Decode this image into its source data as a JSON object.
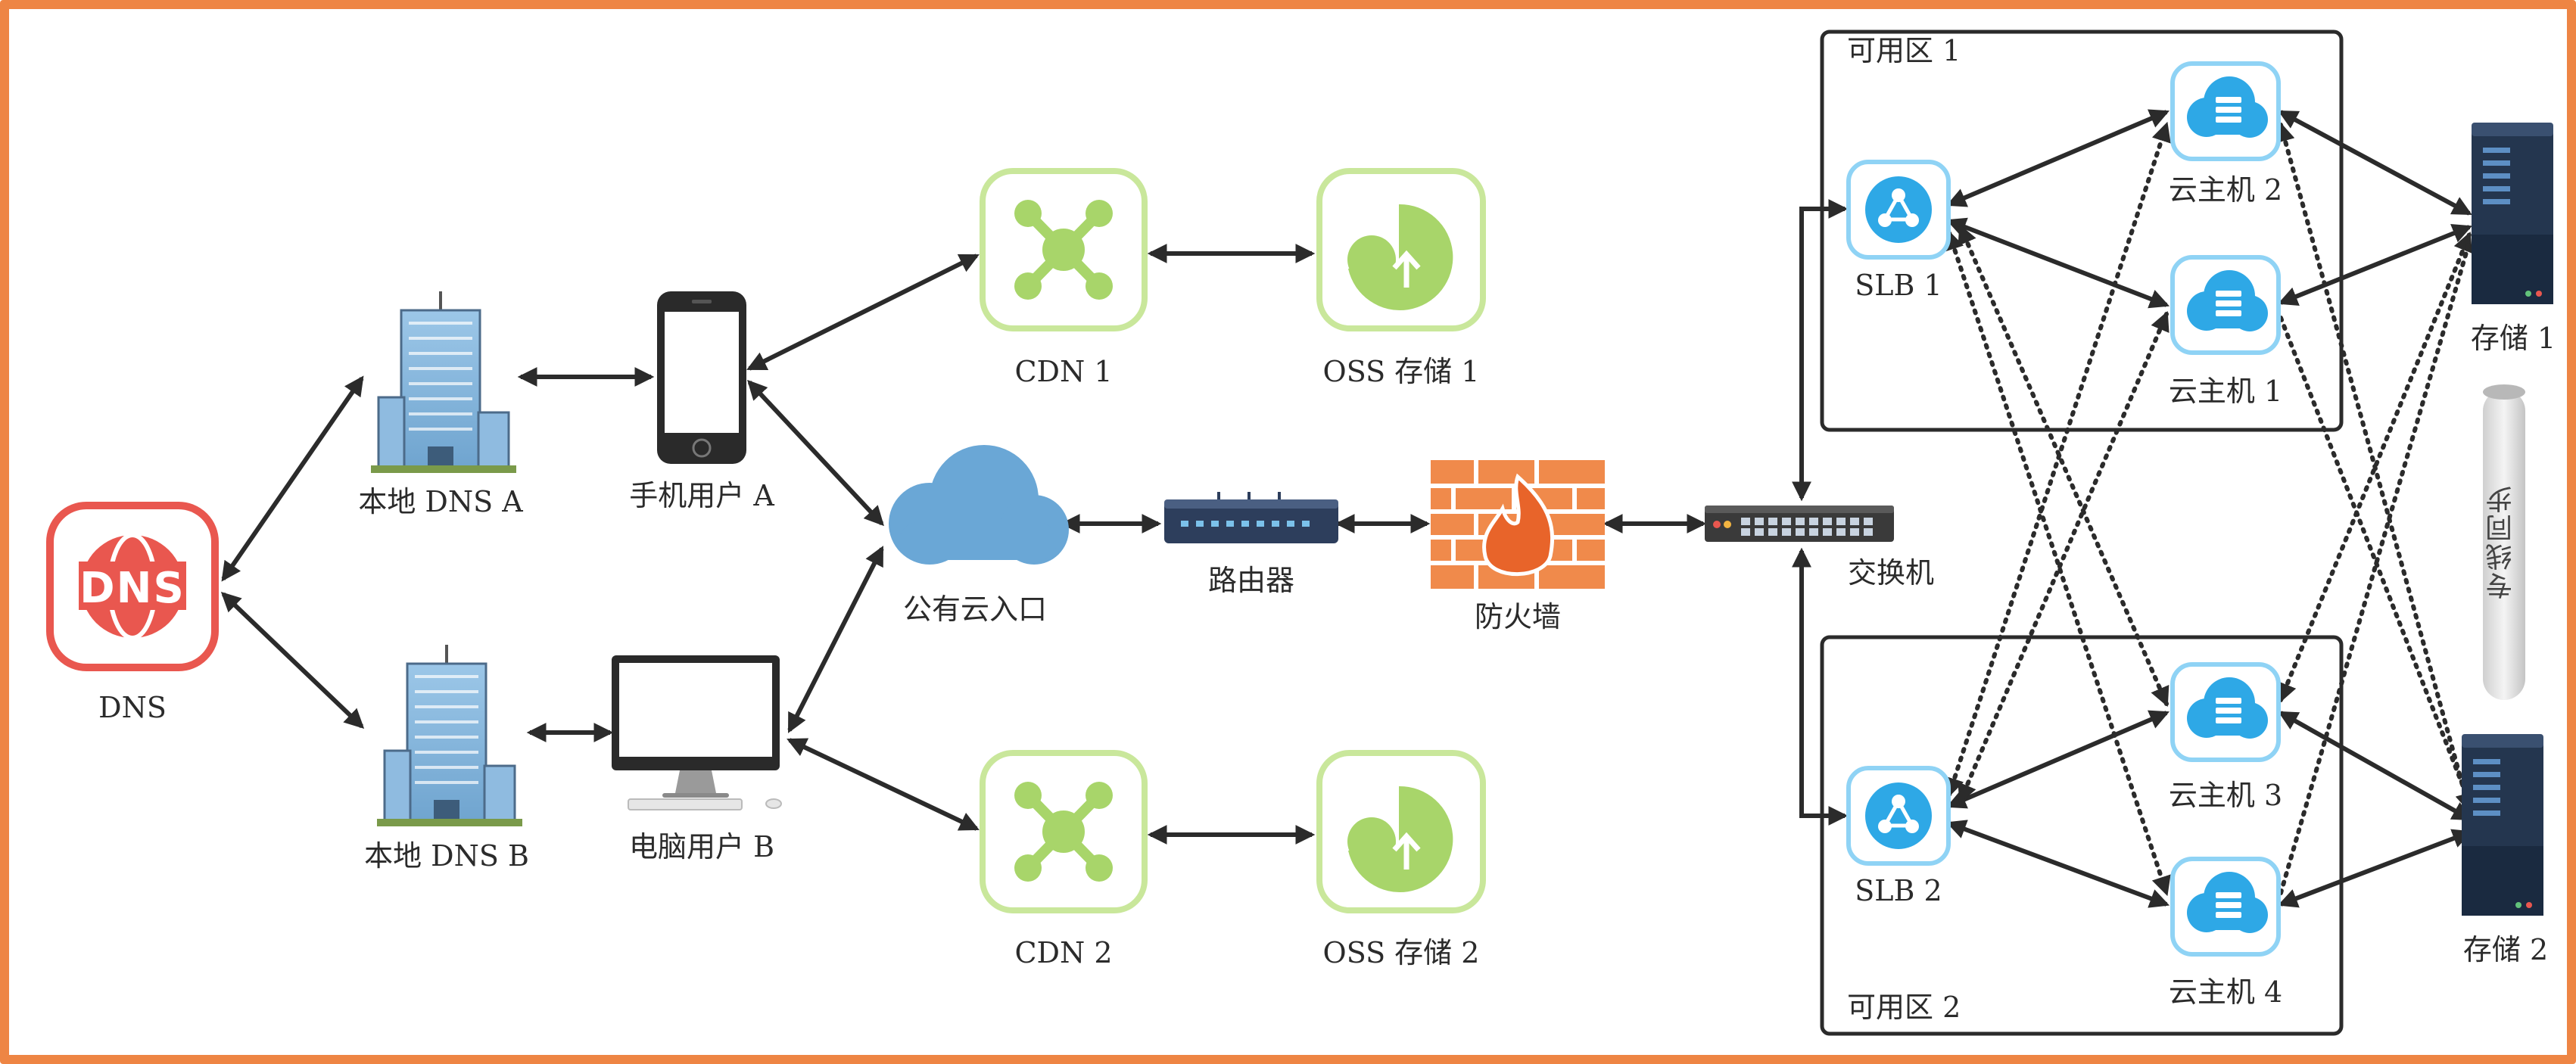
{
  "nodes": {
    "dns": "DNS",
    "local_dns_a": "本地 DNS A",
    "local_dns_b": "本地 DNS B",
    "mobile_user_a": "手机用户 A",
    "pc_user_b": "电脑用户 B",
    "cdn1": "CDN 1",
    "cdn2": "CDN 2",
    "oss1": "OSS 存储 1",
    "oss2": "OSS 存储 2",
    "public_cloud": "公有云入口",
    "router": "路由器",
    "firewall": "防火墙",
    "switch": "交换机",
    "slb1": "SLB 1",
    "slb2": "SLB 2",
    "vm1": "云主机 1",
    "vm2": "云主机 2",
    "vm3": "云主机 3",
    "vm4": "云主机 4",
    "storage1": "存储 1",
    "storage2": "存储 2",
    "dedicated_sync": "专线同步"
  },
  "zones": {
    "zone1": "可用区 1",
    "zone2": "可用区 2"
  },
  "colors": {
    "border": "#ee8544",
    "dns_red": "#e9574f",
    "cdn_green": "#a8d56a",
    "cdn_frame": "#c9e79b",
    "cloud_blue": "#6aa7d6",
    "aliyun_blue": "#2ea8e6",
    "router_navy": "#2d3e5c",
    "firewall_orange": "#f08a4b",
    "server_dark": "#24364f",
    "line": "#2b2b2b"
  }
}
